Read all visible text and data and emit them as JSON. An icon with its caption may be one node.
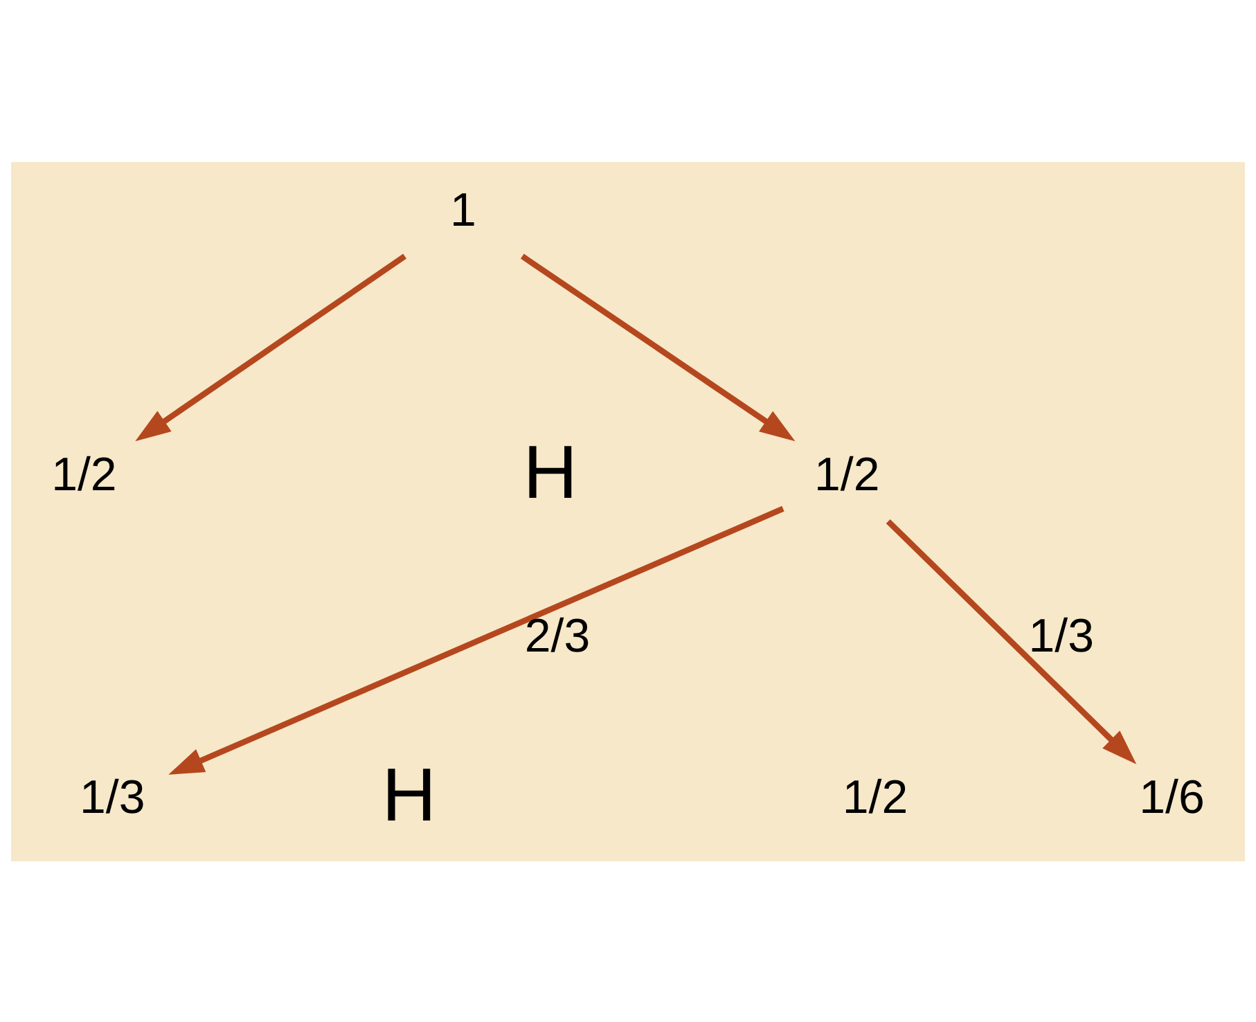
{
  "diagram": {
    "nodes": [
      {
        "text": [
          "1"
        ]
      },
      {
        "text": [
          "1/2"
        ]
      },
      {
        "text": [
          "1/2"
        ]
      },
      {
        "text": [
          "1/3"
        ]
      },
      {
        "text": [
          "1/6"
        ]
      }
    ],
    "edges": [
      {
        "from": 0,
        "to": 1,
        "arrow": "to"
      },
      {
        "from": 0,
        "to": 2,
        "arrow": "to"
      },
      {
        "from": 2,
        "to": 3,
        "arrow": "to",
        "label": "2/3"
      },
      {
        "from": 2,
        "to": 4,
        "arrow": "to",
        "label": "1/3"
      }
    ],
    "labels": [
      "H",
      "1/2",
      "H"
    ]
  }
}
